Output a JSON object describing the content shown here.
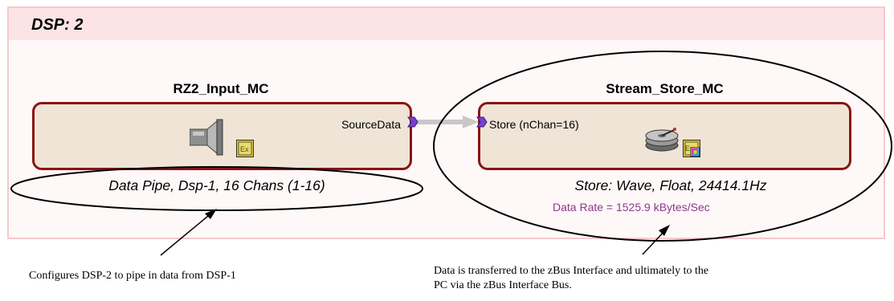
{
  "dsp": {
    "title": "DSP:  2"
  },
  "blocks": [
    {
      "name": "RZ2_Input_MC",
      "port": "SourceData",
      "description": "Data Pipe, Dsp-1, 16 Chans (1-16)",
      "icon": "input-connector-icon",
      "badge": "Ex"
    },
    {
      "name": "Stream_Store_MC",
      "port": "Store  (nChan=16)",
      "description": "Store:  Wave,  Float,  24414.1Hz",
      "rate": "Data Rate = 1525.9 kBytes/Sec",
      "icon": "disk-store-icon",
      "badge": "Ex"
    }
  ],
  "notes": {
    "left": "Configures DSP-2 to pipe in data from DSP-1",
    "right_line1": "Data is transferred to the zBus Interface and ultimately to the",
    "right_line2": "PC via the zBus Interface Bus."
  },
  "colors": {
    "panel_header": "#fce4e6",
    "block_fill": "#efe4d6",
    "block_border": "#8a1414",
    "port": "#7b3fd0",
    "rate_text": "#8b3a8b"
  }
}
